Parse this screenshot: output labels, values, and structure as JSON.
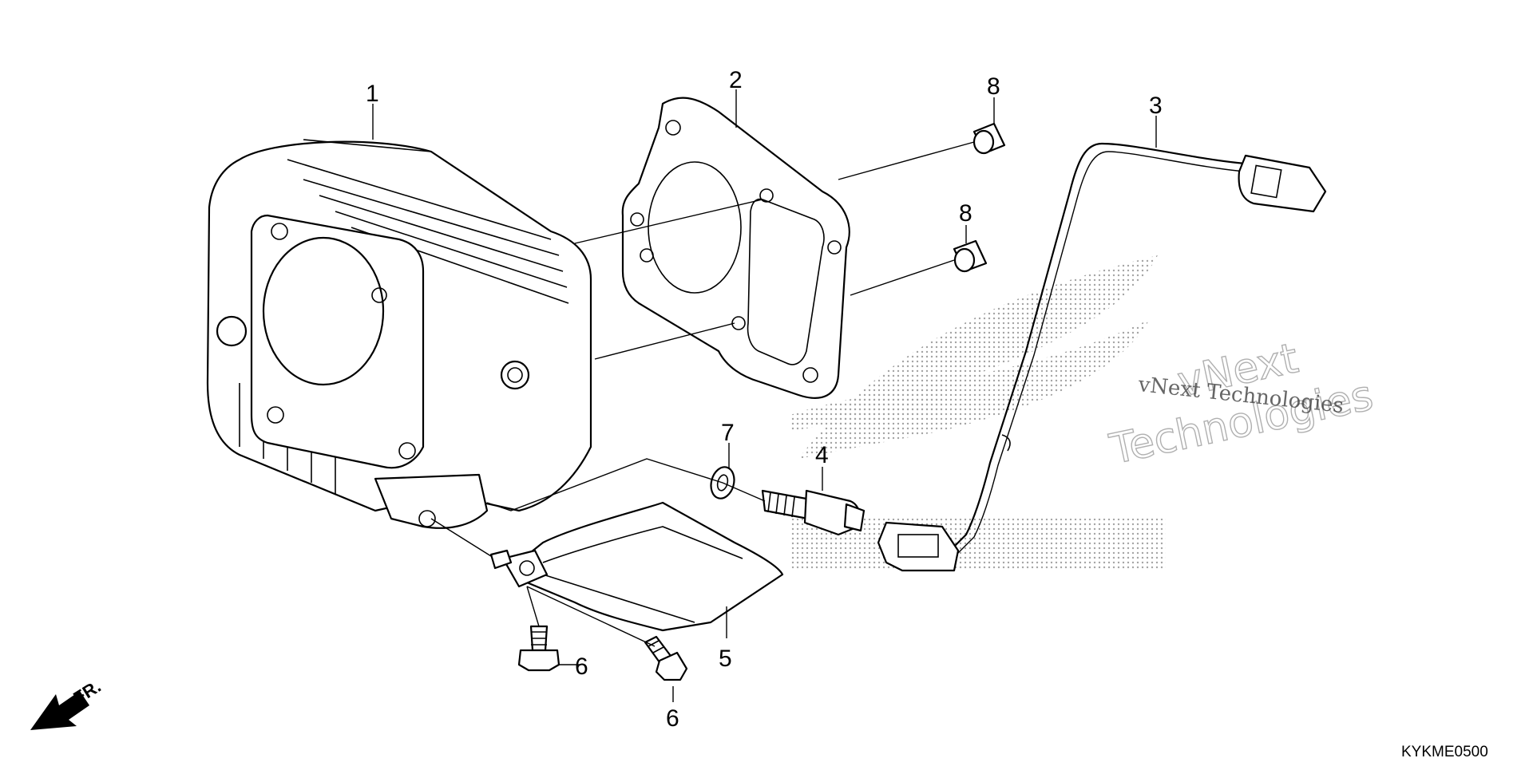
{
  "callouts": [
    {
      "id": "1",
      "label": "1"
    },
    {
      "id": "2",
      "label": "2"
    },
    {
      "id": "3",
      "label": "3"
    },
    {
      "id": "4",
      "label": "4"
    },
    {
      "id": "5",
      "label": "5"
    },
    {
      "id": "6a",
      "label": "6"
    },
    {
      "id": "6b",
      "label": "6"
    },
    {
      "id": "7",
      "label": "7"
    },
    {
      "id": "8a",
      "label": "8"
    },
    {
      "id": "8b",
      "label": "8"
    }
  ],
  "diagram_code": "KYKME0500",
  "direction_indicator": "FR.",
  "watermark": {
    "line1": "vNext",
    "line2": "Technologies",
    "serif_text": "vNext Technologies"
  },
  "icons": {
    "front_arrow": "front-arrow-icon"
  }
}
